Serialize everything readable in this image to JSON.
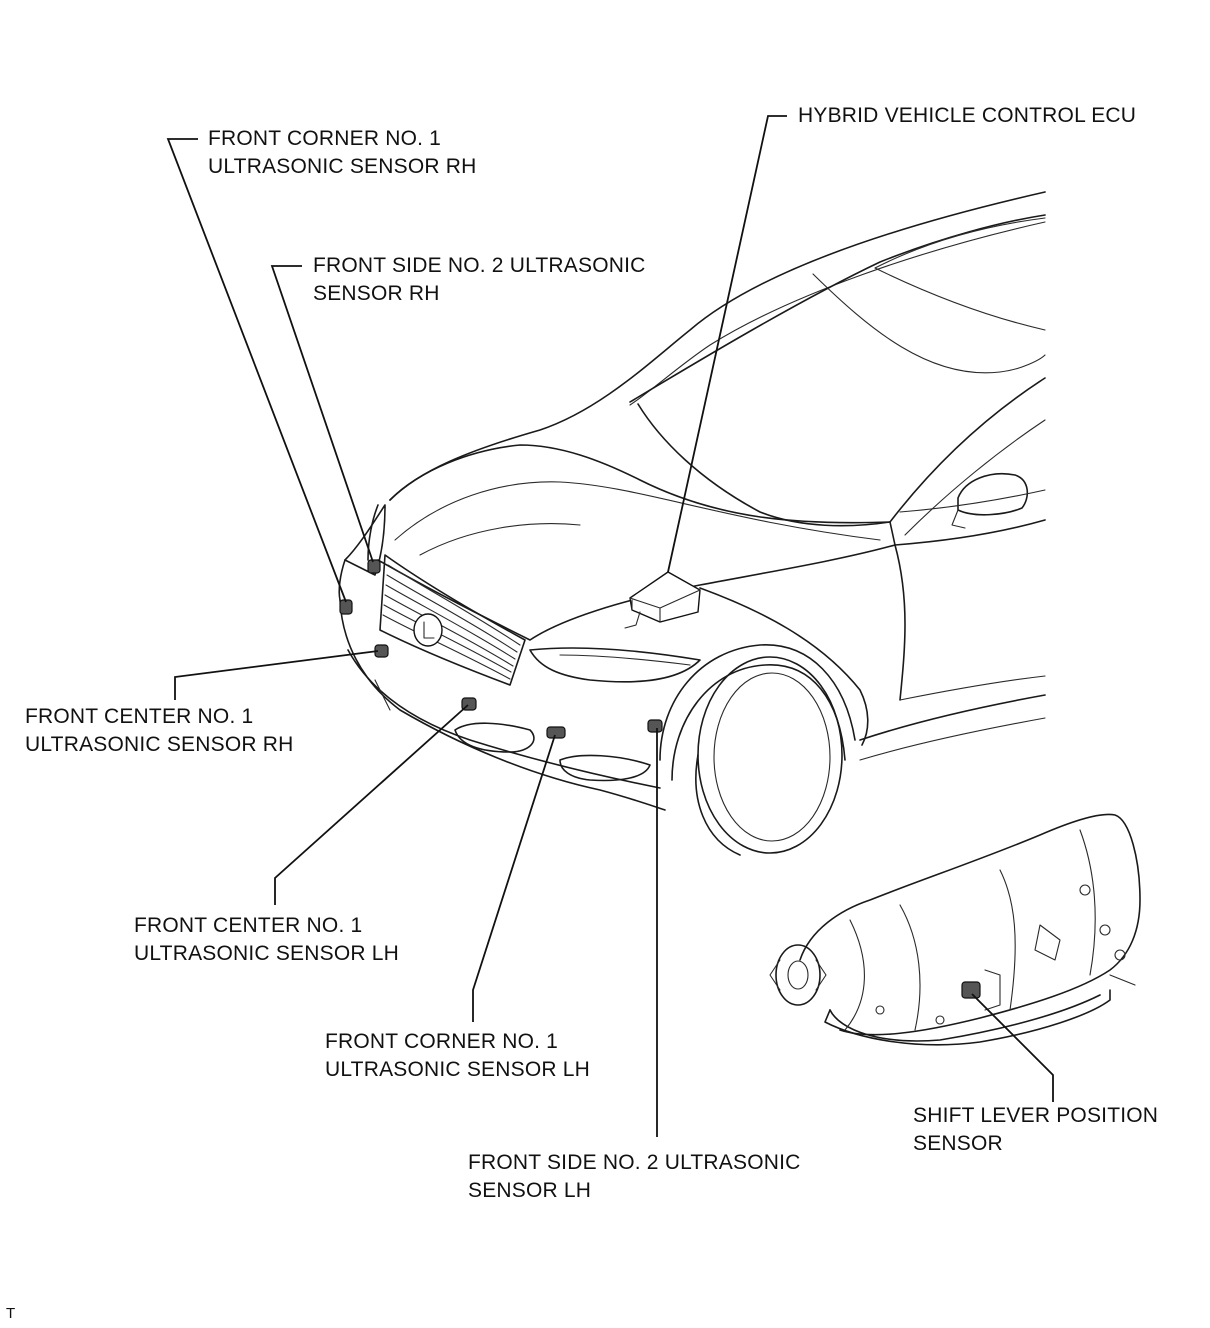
{
  "labels": {
    "hybrid_ecu": [
      "HYBRID VEHICLE CONTROL ECU"
    ],
    "front_corner_rh": [
      "FRONT CORNER NO. 1",
      "ULTRASONIC SENSOR RH"
    ],
    "front_side_rh": [
      "FRONT SIDE NO. 2 ULTRASONIC",
      "SENSOR RH"
    ],
    "front_center_rh": [
      "FRONT CENTER NO. 1",
      "ULTRASONIC SENSOR RH"
    ],
    "front_center_lh": [
      "FRONT CENTER NO. 1",
      "ULTRASONIC SENSOR LH"
    ],
    "front_corner_lh": [
      "FRONT CORNER NO. 1",
      "ULTRASONIC SENSOR LH"
    ],
    "front_side_lh": [
      "FRONT SIDE NO. 2 ULTRASONIC",
      "SENSOR LH"
    ],
    "shift_lever": [
      "SHIFT LEVER POSITION",
      "SENSOR"
    ]
  },
  "corner_mark": "T"
}
